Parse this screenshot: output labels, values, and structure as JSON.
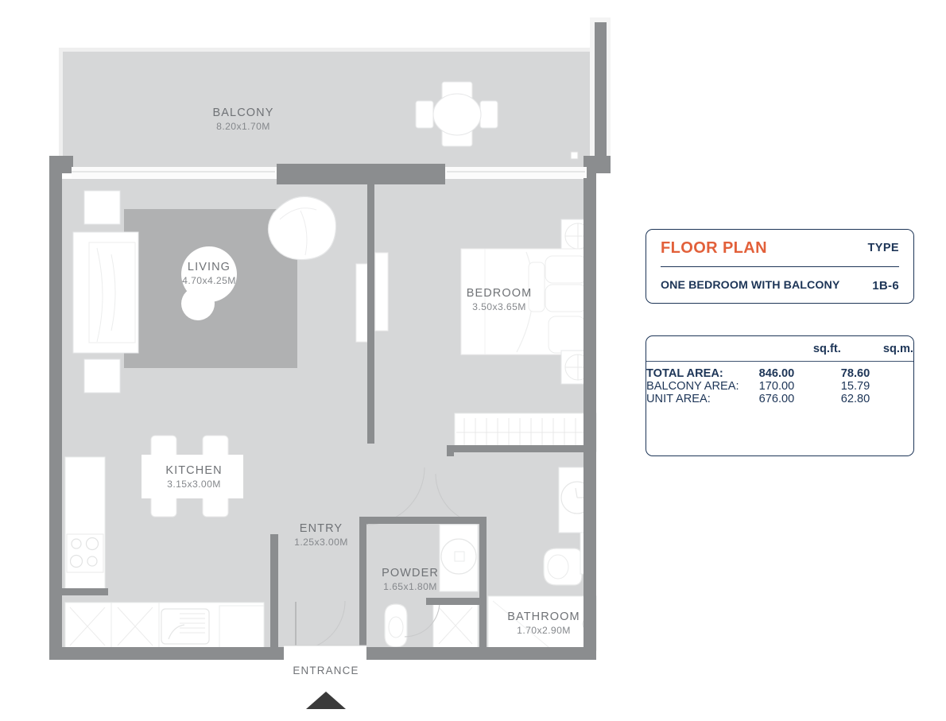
{
  "document": {
    "kind": "residential-floor-plan",
    "background_color": "#ffffff"
  },
  "title_card": {
    "heading": "FLOOR PLAN",
    "type_header": "TYPE",
    "unit_name": "ONE BEDROOM WITH BALCONY",
    "unit_code": "1B-6",
    "accent_color": "#E2603A",
    "border_color": "#1d3557"
  },
  "area_card": {
    "columns": [
      "",
      "sq.ft.",
      "sq.m."
    ],
    "rows": [
      {
        "label": "TOTAL AREA:",
        "sqft": "846.00",
        "sqm": "78.60",
        "emphasis": true
      },
      {
        "label": "BALCONY AREA:",
        "sqft": "170.00",
        "sqm": "15.79",
        "emphasis": false
      },
      {
        "label": "UNIT AREA:",
        "sqft": "676.00",
        "sqm": "62.80",
        "emphasis": false
      }
    ]
  },
  "plan": {
    "wall_color": "#8b8d8f",
    "floor_color": "#d6d7d8",
    "rug_color": "#b0b1b2",
    "furniture_color": "#ffffff",
    "label_color": "#6f7276",
    "entrance_label": "ENTRANCE",
    "entrance_marker": "up-triangle",
    "rooms": [
      {
        "id": "balcony",
        "name": "BALCONY",
        "dimensions": "8.20x1.70M"
      },
      {
        "id": "living",
        "name": "LIVING",
        "dimensions": "4.70x4.25M"
      },
      {
        "id": "bedroom",
        "name": "BEDROOM",
        "dimensions": "3.50x3.65M"
      },
      {
        "id": "kitchen",
        "name": "KITCHEN",
        "dimensions": "3.15x3.00M"
      },
      {
        "id": "entry",
        "name": "ENTRY",
        "dimensions": "1.25x3.00M"
      },
      {
        "id": "powder",
        "name": "POWDER",
        "dimensions": "1.65x1.80M"
      },
      {
        "id": "bathroom",
        "name": "BATHROOM",
        "dimensions": "1.70x2.90M"
      }
    ]
  }
}
